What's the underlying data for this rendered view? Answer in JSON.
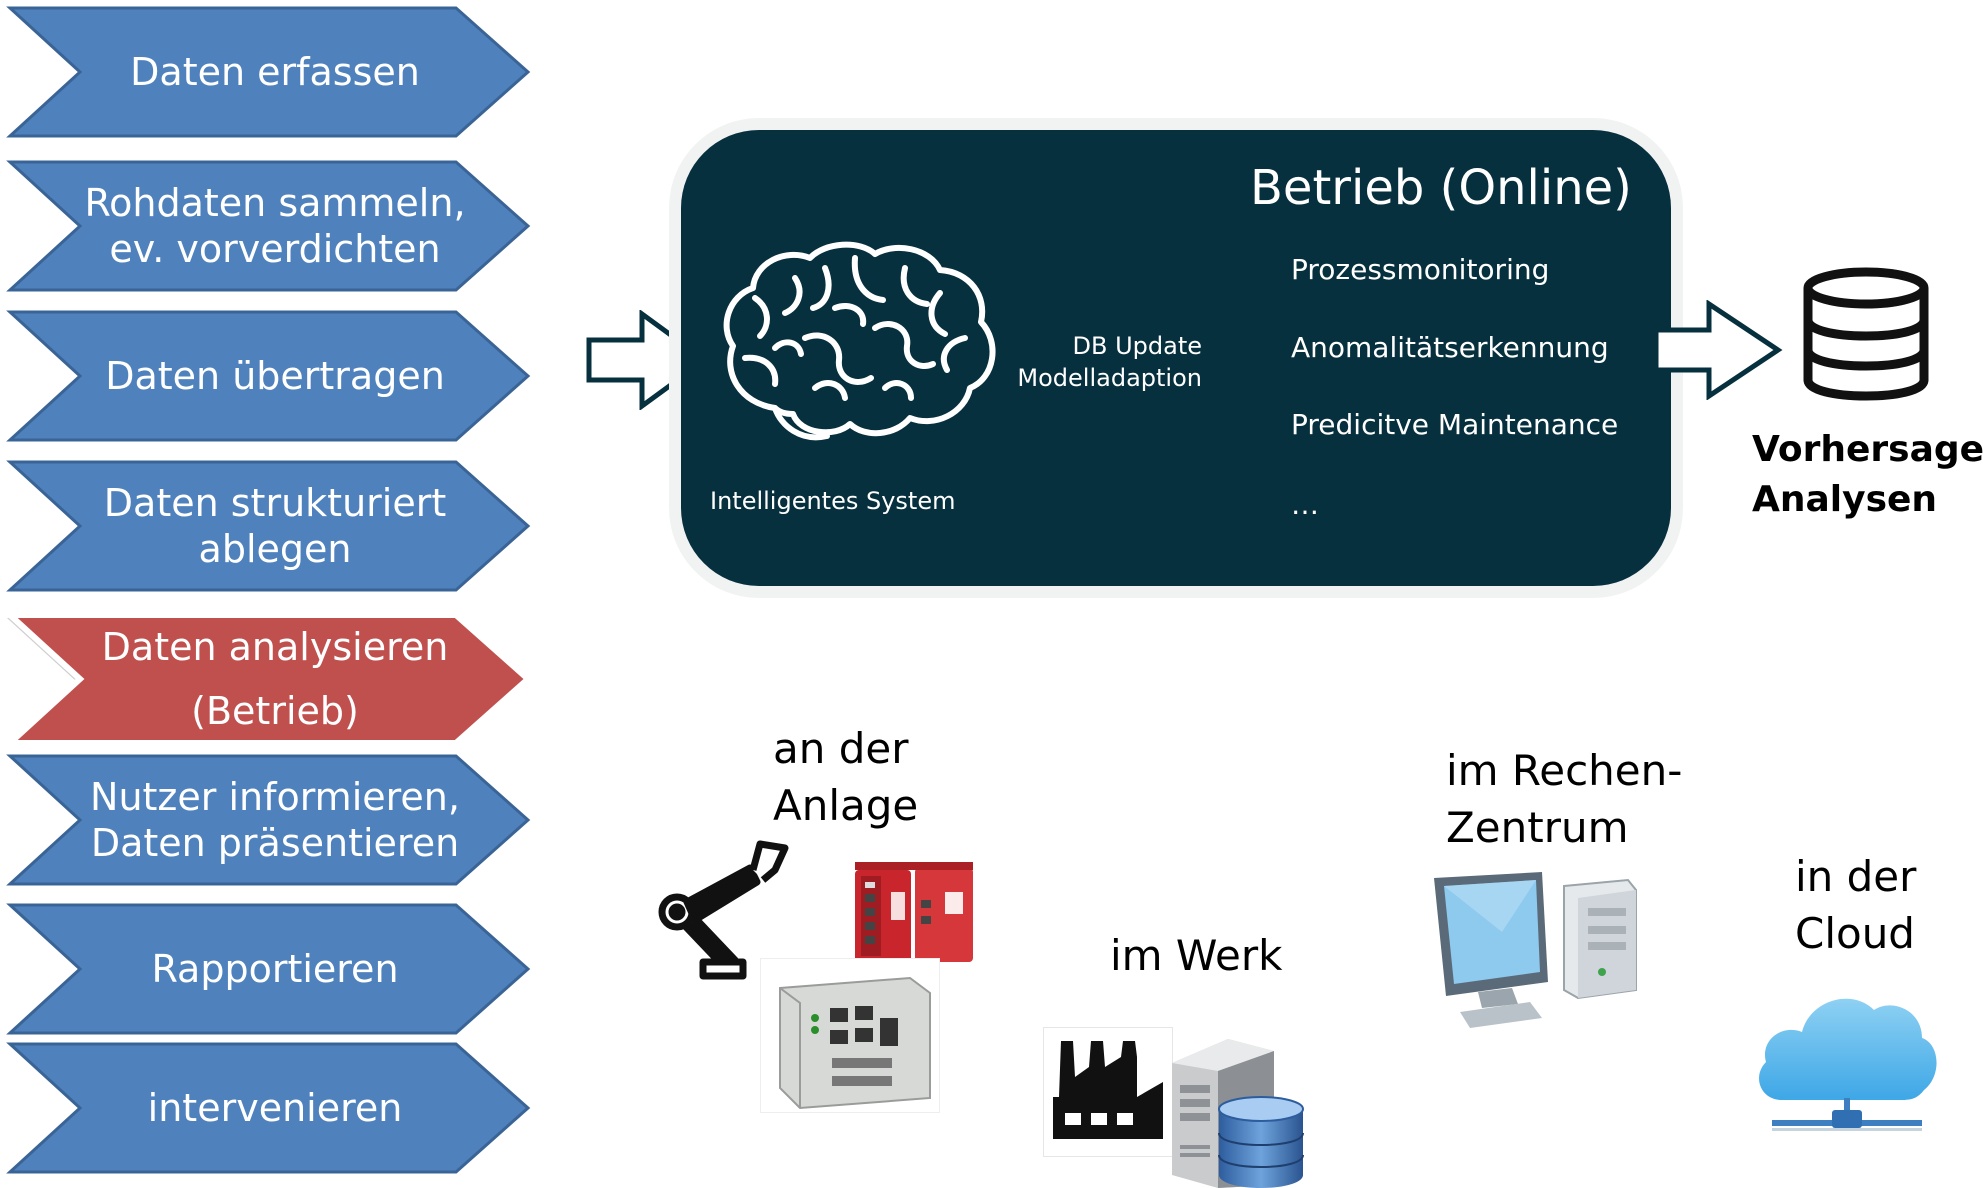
{
  "steps": [
    {
      "lines": [
        "Daten erfassen"
      ],
      "color": "#4f81bd",
      "active": false
    },
    {
      "lines": [
        "Rohdaten sammeln,",
        "ev. vorverdichten"
      ],
      "color": "#4f81bd",
      "active": false
    },
    {
      "lines": [
        "Daten übertragen"
      ],
      "color": "#4f81bd",
      "active": false
    },
    {
      "lines": [
        "Daten strukturiert",
        "ablegen"
      ],
      "color": "#4f81bd",
      "active": false
    },
    {
      "lines": [
        "Daten analysieren",
        "(Betrieb)"
      ],
      "color": "#c0504d",
      "active": true
    },
    {
      "lines": [
        "Nutzer informieren,",
        "Daten präsentieren"
      ],
      "color": "#4f81bd",
      "active": false
    },
    {
      "lines": [
        "Rapportieren"
      ],
      "color": "#4f81bd",
      "active": false
    },
    {
      "lines": [
        "intervenieren"
      ],
      "color": "#4f81bd",
      "active": false
    }
  ],
  "panel": {
    "title": "Betrieb (Online)",
    "brain_label": "Intelligentes System",
    "db_update_line1": "DB Update",
    "db_update_line2": "Modelladaption",
    "items": [
      "Prozessmonitoring",
      "Anomalitätserkennung",
      "Predicitve Maintenance",
      "…"
    ],
    "background_color": "#06303e"
  },
  "output": {
    "line1": "Vorhersagen,",
    "line2": "Analysen",
    "icon": "database-icon"
  },
  "locations": {
    "anlage": [
      "an der",
      "Anlage"
    ],
    "werk": [
      "im Werk"
    ],
    "rechenzentrum": [
      "im Rechen-",
      "Zentrum"
    ],
    "cloud": [
      "in der",
      "Cloud"
    ]
  },
  "icons": [
    "brain-icon",
    "robot-arm-icon",
    "industrial-router-icon",
    "io-module-icon",
    "factory-icon",
    "server-tower-icon",
    "database-stack-icon",
    "desktop-computer-icon",
    "cloud-network-icon"
  ]
}
